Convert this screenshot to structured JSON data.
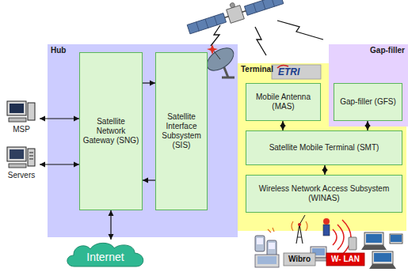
{
  "diagram": {
    "nodes": [
      {
        "text": [
          "MSP"
        ]
      },
      {
        "text": [
          "Servers"
        ]
      },
      {
        "text": [
          "Hub"
        ]
      },
      {
        "text": [
          "Satellite Network Gateway (SNG)"
        ],
        "in": 2
      },
      {
        "text": [
          "Satellite Interface Subsystem (SIS)"
        ],
        "in": 2
      },
      {
        "text": [
          "Internet"
        ]
      },
      {
        "text": [
          "Terminal"
        ]
      },
      {
        "text": [
          "Mobile Antenna (MAS)"
        ],
        "in": 6
      },
      {
        "text": [
          "Satellite Mobile Terminal (SMT)"
        ],
        "in": 6
      },
      {
        "text": [
          "Wireless Network Access Subsystem (WINAS)"
        ],
        "in": 6
      },
      {
        "text": [
          "Gap-filler"
        ]
      },
      {
        "text": [
          "Gap-filler (GFS)"
        ],
        "in": 10
      }
    ],
    "edges": [
      {
        "from": 0,
        "to": 3,
        "arrow": "both"
      },
      {
        "from": 1,
        "to": 3,
        "arrow": "both"
      },
      {
        "from": 3,
        "to": 4,
        "arrow": "to"
      },
      {
        "from": 4,
        "to": 3,
        "arrow": "to"
      },
      {
        "from": 3,
        "to": 5,
        "arrow": "both"
      },
      {
        "from": 7,
        "to": 8,
        "arrow": "both"
      },
      {
        "from": 11,
        "to": 8,
        "arrow": "both"
      },
      {
        "from": 8,
        "to": 9,
        "arrow": "both"
      }
    ],
    "labels": [
      "ETRI",
      "Wibro",
      "W- LAN"
    ]
  }
}
